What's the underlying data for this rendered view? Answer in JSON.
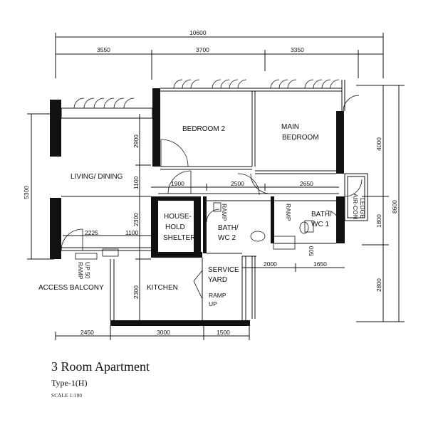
{
  "title": "3 Room Apartment",
  "subtitle": "Type-1(H)",
  "scale": "SCALE  1:100",
  "rooms": {
    "bedroom2": "BEDROOM  2",
    "main_bedroom_1": "MAIN",
    "main_bedroom_2": "BEDROOM",
    "living": "LIVING/  DINING",
    "household_1": "HOUSE-",
    "household_2": "HOLD",
    "household_3": "SHELTER",
    "bath2_1": "BATH/",
    "bath2_2": "WC  2",
    "bath1_1": "BATH/",
    "bath1_2": "WC  1",
    "aircon_1": "AIR-CON",
    "aircon_2": "LEDGE",
    "kitchen": "KITCHEN",
    "service_1": "SERVICE",
    "service_2": "YARD",
    "access_balcony": "ACCESS  BALCONY",
    "ramp_up": "RAMP",
    "ramp_up2": "UP",
    "ramp_balcony_1": "RAMP",
    "ramp_balcony_2": "UP  50"
  },
  "dimensions": {
    "overall_width": "10600",
    "top_left": "3550",
    "top_mid": "3700",
    "top_right": "3350",
    "left_height": "5300",
    "right_total": "8600",
    "right_upper": "4000",
    "right_mid": "1800",
    "right_lower": "2800",
    "wall_2900": "2900",
    "wall_1100a": "1100",
    "wall_2300a": "2300",
    "wall_2300b": "2300",
    "d_1900": "1900",
    "d_2500": "2500",
    "d_2650": "2650",
    "d_2225": "2225",
    "d_1100b": "1100",
    "d_2000": "2000",
    "d_1650": "1650",
    "d_500": "500",
    "bottom_2450": "2450",
    "bottom_3000": "3000",
    "bottom_1500": "1500"
  }
}
